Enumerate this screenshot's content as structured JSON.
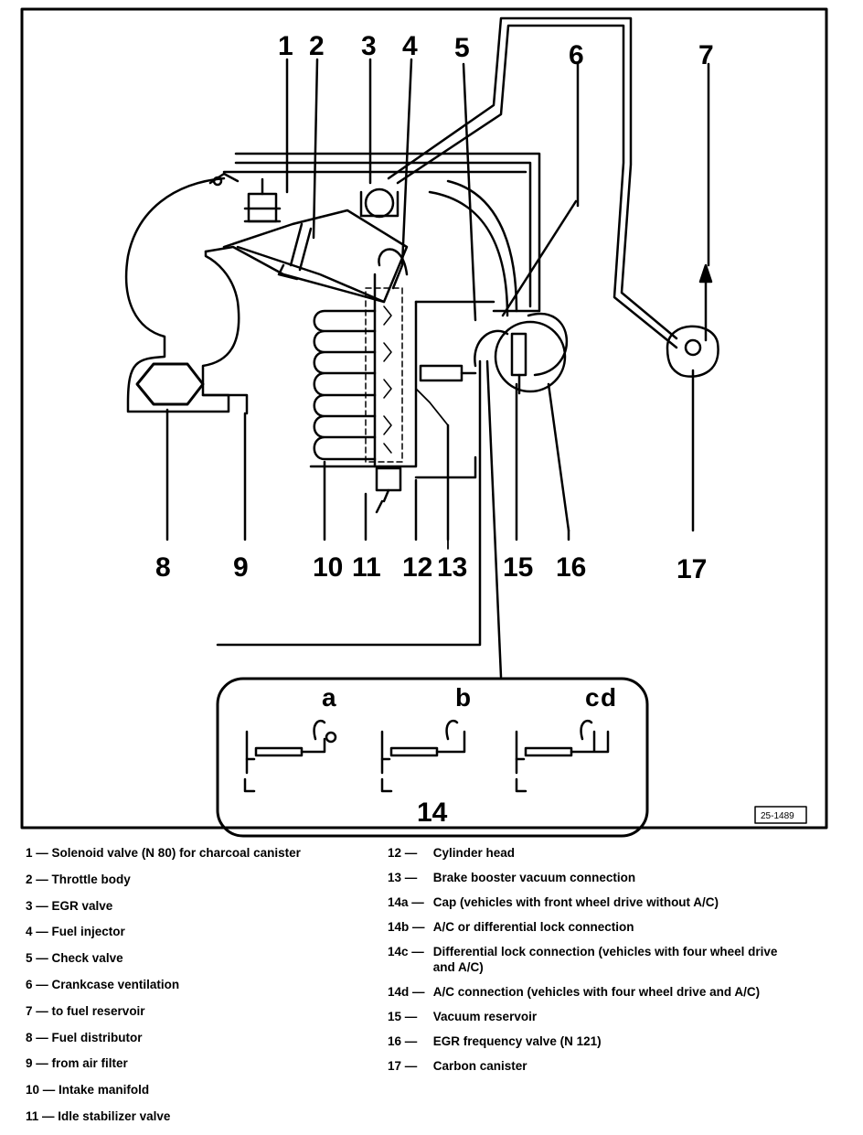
{
  "diagram": {
    "callouts": [
      "1",
      "2",
      "3",
      "4",
      "5",
      "6",
      "7",
      "8",
      "9",
      "10",
      "11",
      "12",
      "13",
      "15",
      "16",
      "17"
    ],
    "inset_label": "14",
    "inset_sublabels": [
      "a",
      "b",
      "c",
      "d"
    ],
    "reference": "25-1489"
  },
  "legend": {
    "left": [
      {
        "n": "1 —",
        "d": "Solenoid valve (N 80) for charcoal canister"
      },
      {
        "n": "2 —",
        "d": "Throttle body"
      },
      {
        "n": "3 —",
        "d": "EGR valve"
      },
      {
        "n": "4 —",
        "d": "Fuel injector"
      },
      {
        "n": "5 —",
        "d": "Check valve"
      },
      {
        "n": "6 —",
        "d": "Crankcase ventilation"
      },
      {
        "n": "7 —",
        "d": "to fuel reservoir"
      },
      {
        "n": "8 —",
        "d": "Fuel distributor"
      },
      {
        "n": "9 —",
        "d": "from air filter"
      },
      {
        "n": "10 —",
        "d": "Intake manifold"
      },
      {
        "n": "11 —",
        "d": "Idle stabilizer valve"
      }
    ],
    "right": [
      {
        "n": "12 —",
        "d": "Cylinder head"
      },
      {
        "n": "13 —",
        "d": "Brake booster vacuum connection"
      },
      {
        "n": "14a —",
        "d": "Cap (vehicles with front wheel drive without A/C)"
      },
      {
        "n": "14b —",
        "d": "A/C or differential lock connection"
      },
      {
        "n": "14c —",
        "d": "Differential lock connection (vehicles with four wheel drive and A/C)"
      },
      {
        "n": "14d —",
        "d": "A/C connection (vehicles with four wheel drive and A/C)"
      },
      {
        "n": "15 —",
        "d": "Vacuum reservoir"
      },
      {
        "n": "16 —",
        "d": "EGR frequency valve (N 121)"
      },
      {
        "n": "17 —",
        "d": "Carbon canister"
      }
    ]
  }
}
